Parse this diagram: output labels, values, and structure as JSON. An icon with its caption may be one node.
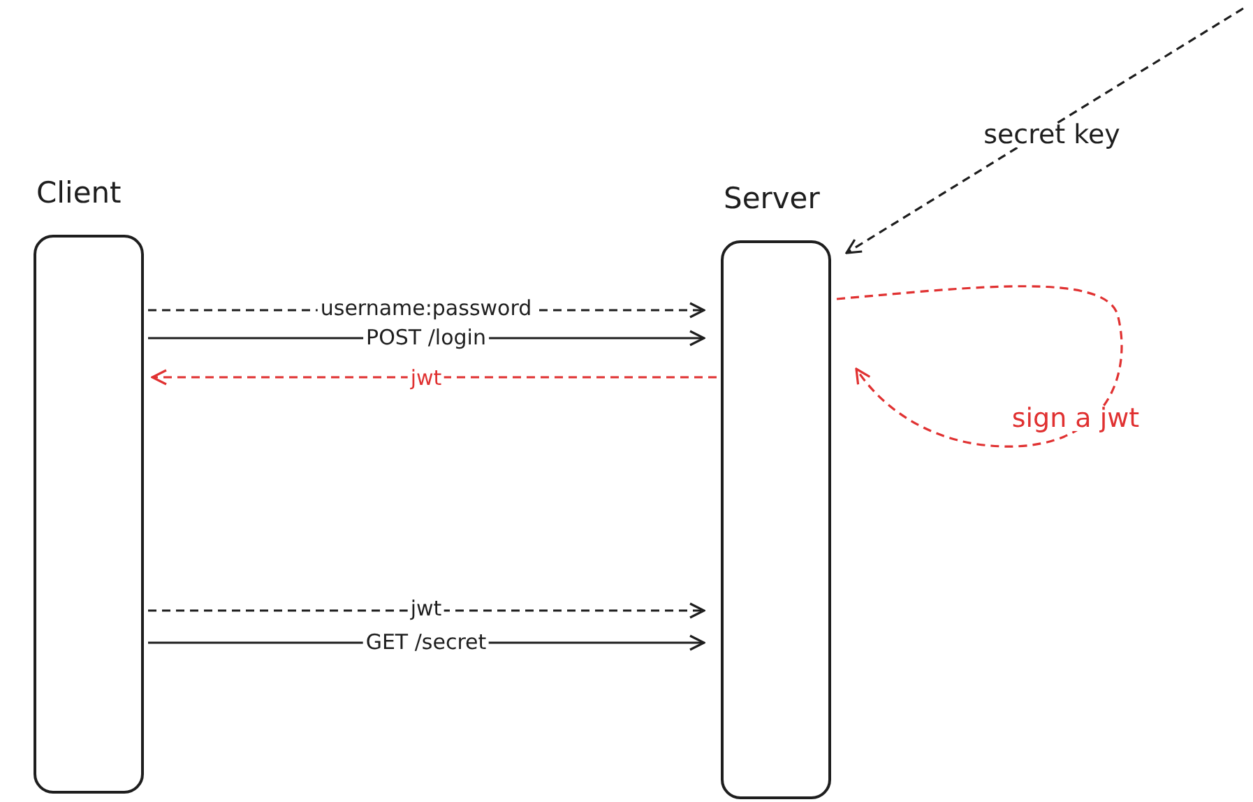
{
  "diagram": {
    "nodes": [
      {
        "text": [
          "Client"
        ]
      },
      {
        "text": [
          "Server"
        ]
      }
    ],
    "edges": [
      {
        "from": 0,
        "to": 1,
        "arrow": "to",
        "label": "username:password",
        "style": "dashed"
      },
      {
        "from": 0,
        "to": 1,
        "arrow": "to",
        "label": "POST /login"
      },
      {
        "from": 1,
        "to": 0,
        "arrow": "to",
        "label": "jwt",
        "style": "dashed",
        "color": "#e03131"
      },
      {
        "from": 0,
        "to": 1,
        "arrow": "to",
        "label": "jwt",
        "style": "dashed"
      },
      {
        "from": 0,
        "to": 1,
        "arrow": "to",
        "label": "GET /secret"
      },
      {
        "from": 1,
        "to": 1,
        "arrow": "to",
        "label": "sign a jwt",
        "style": "dashed",
        "color": "#e03131"
      },
      {
        "from": null,
        "to": 1,
        "arrow": "to",
        "label": "secret key",
        "style": "dashed"
      }
    ]
  }
}
